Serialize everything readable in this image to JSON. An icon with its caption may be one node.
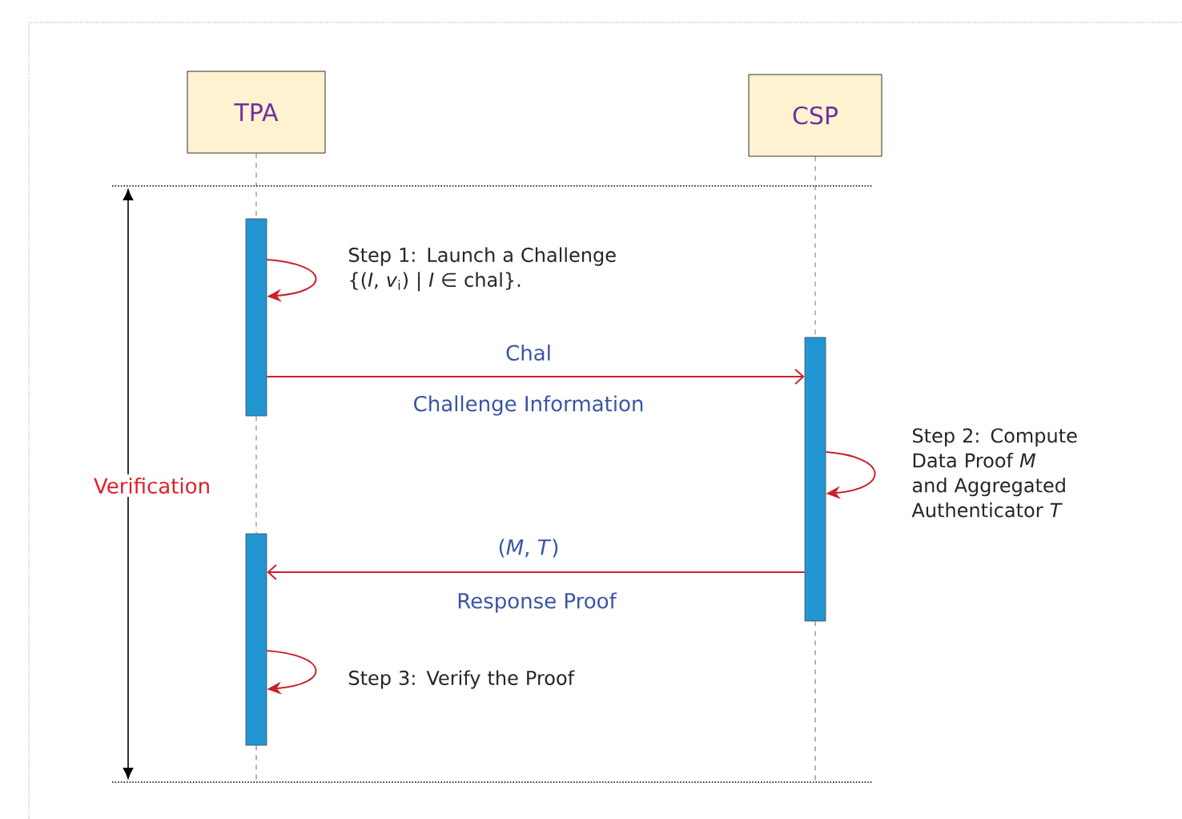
{
  "diagram": {
    "nodes": [
      {
        "text": [
          "TPA"
        ]
      },
      {
        "text": [
          "CSP"
        ]
      },
      {
        "text": [],
        "shape": "bar"
      },
      {
        "text": [],
        "shape": "bar"
      },
      {
        "text": [],
        "shape": "bar"
      }
    ],
    "edges": [
      {
        "from": 0,
        "to": 2,
        "arrow": "none",
        "style": "dashed",
        "color": "#404040"
      },
      {
        "from": 2,
        "to": 4,
        "arrow": "none",
        "style": "dashed",
        "color": "#404040"
      },
      {
        "from": 1,
        "to": 3,
        "arrow": "none",
        "style": "dashed",
        "color": "#404040"
      },
      {
        "from": 2,
        "to": 2,
        "arrow": "to",
        "label": "Step 1: Launch a Challenge {(*I*, *v*$_{i}$) | *I* ∈ chal}."
      },
      {
        "from": 2,
        "to": 3,
        "arrow": "to",
        "label": "Chal"
      },
      {
        "from": 3,
        "to": 3,
        "arrow": "to",
        "label": "Step 2: Compute Data Proof *M* and Aggregated Authenticator *T*"
      },
      {
        "from": 3,
        "to": 4,
        "arrow": "to",
        "label": "(*M*, *T*)"
      },
      {
        "from": 4,
        "to": 4,
        "arrow": "to",
        "label": "Step 3: Verify the Proof"
      }
    ],
    "labels": [
      "Challenge Information",
      "Response Proof",
      "Verification"
    ]
  }
}
